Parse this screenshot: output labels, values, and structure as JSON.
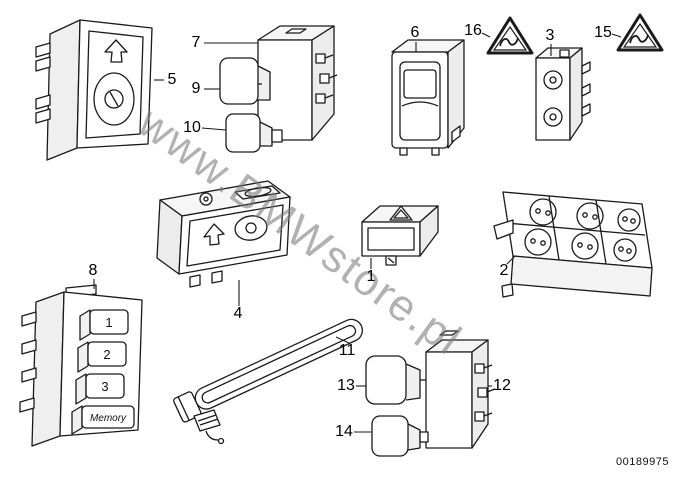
{
  "page": {
    "watermark": "www.BMWstore.pl",
    "doc_number": "00189975",
    "background": "#ffffff",
    "line_color": "#1a1a1a",
    "watermark_color": "#787878"
  },
  "labels": {
    "p1": "1",
    "p2": "2",
    "p3": "3",
    "p4": "4",
    "p5": "5",
    "p6": "6",
    "p7": "7",
    "p8": "8",
    "p9": "9",
    "p10": "10",
    "p11": "11",
    "p12": "12",
    "p13": "13",
    "p14": "14",
    "p15": "15",
    "p16": "16"
  },
  "memory_switch": {
    "button1": "1",
    "button2": "2",
    "button3": "3",
    "memory": "Memory"
  }
}
